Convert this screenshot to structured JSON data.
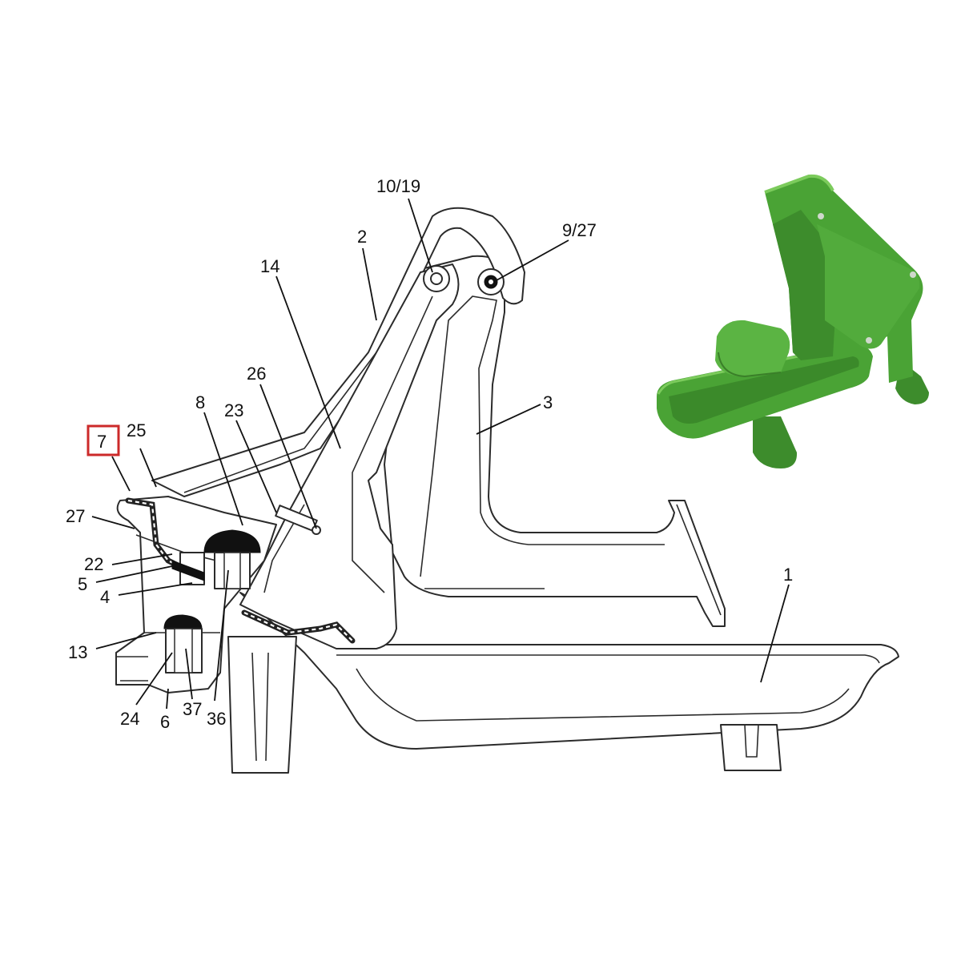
{
  "diagram": {
    "highlight_color": "#cc2a2a",
    "product_color": "#4aa335",
    "labels": {
      "p1": "1",
      "p2": "2",
      "p3": "3",
      "p4": "4",
      "p5": "5",
      "p6": "6",
      "p7": "7",
      "p8": "8",
      "p10_19": "10/19",
      "p9_27": "9/27",
      "p13": "13",
      "p14": "14",
      "p22": "22",
      "p23": "23",
      "p24": "24",
      "p25": "25",
      "p26": "26",
      "p27": "27",
      "p36": "36",
      "p37": "37"
    },
    "highlighted_part": "7",
    "product_photo": "green-water-bowl-icon"
  }
}
